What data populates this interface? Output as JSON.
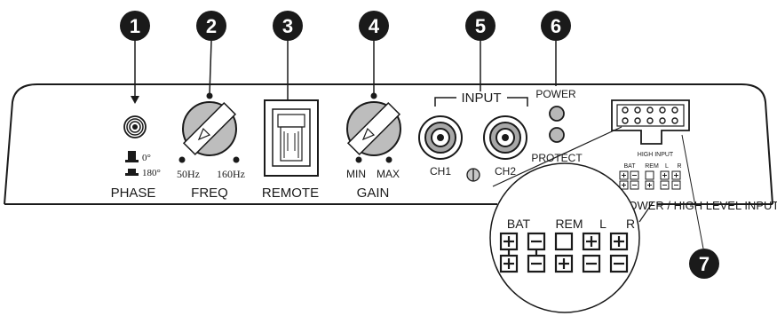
{
  "callouts": [
    "1",
    "2",
    "3",
    "4",
    "5",
    "6",
    "7"
  ],
  "phase": {
    "label": "PHASE",
    "deg0": "0°",
    "deg180": "180°"
  },
  "freq": {
    "label": "FREQ",
    "min": "50Hz",
    "max": "160Hz"
  },
  "remote": {
    "label": "REMOTE"
  },
  "gain": {
    "label": "GAIN",
    "min": "MIN",
    "max": "MAX"
  },
  "input": {
    "label": "INPUT",
    "ch1": "CH1",
    "ch2": "CH2"
  },
  "leds": {
    "power": "POWER",
    "protect": "PROTECT"
  },
  "high_input": {
    "title": "HIGH INPUT",
    "bat": "BAT",
    "rem": "REM",
    "l": "L",
    "r": "R",
    "bottom_label": "POWER / HIGH LEVEL INPUT"
  },
  "zoom": {
    "bat": "BAT",
    "rem": "REM",
    "l": "L",
    "r": "R"
  },
  "colors": {
    "panel_stroke": "#1a1a1a",
    "knob_fill": "#bdbdbd",
    "callout_fill": "#1a1a1a"
  }
}
